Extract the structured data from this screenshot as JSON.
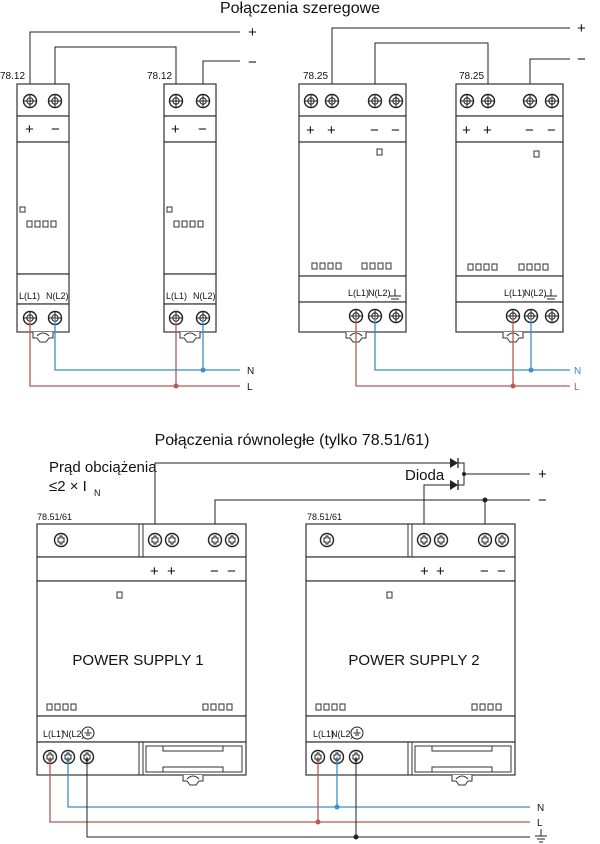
{
  "series_section": {
    "title": "Połączenia szeregowe",
    "modules": [
      {
        "model": "78.12",
        "top_terminals": [
          "+",
          "−"
        ],
        "bottom_terminals": [
          "L(L1)",
          "N(L2)"
        ]
      },
      {
        "model": "78.12",
        "top_terminals": [
          "+",
          "−"
        ],
        "bottom_terminals": [
          "L(L1)",
          "N(L2)"
        ]
      },
      {
        "model": "78.25",
        "top_terminals": [
          "+",
          "+",
          "−",
          "−"
        ],
        "bottom_terminals": [
          "L(L1)",
          "N(L2)",
          "earth"
        ]
      },
      {
        "model": "78.25",
        "top_terminals": [
          "+",
          "+",
          "−",
          "−"
        ],
        "bottom_terminals": [
          "L(L1)",
          "N(L2)",
          "earth"
        ]
      }
    ],
    "output_labels": {
      "plus": "+",
      "minus": "−"
    },
    "supply_labels": {
      "n": "N",
      "l": "L"
    },
    "terminal_labels": {
      "l": "L(L1)",
      "n": "N(L2)"
    }
  },
  "parallel_section": {
    "title": "Połączenia równoległe (tylko 78.51/61)",
    "load_note_line1": "Prąd obciążenia",
    "load_note_line2": "≤2 × I",
    "load_note_sub": "N",
    "diode_label": "Dioda",
    "output_labels": {
      "plus": "+",
      "minus": "−"
    },
    "supply_labels": {
      "n": "N",
      "l": "L",
      "pe": "⏚"
    },
    "modules": [
      {
        "model": "78.51/61",
        "name": "POWER SUPPLY 1",
        "top_signs": [
          "+",
          "+",
          "−",
          "−"
        ],
        "terminal_labels": [
          "L(L1)",
          "N(L2)"
        ]
      },
      {
        "model": "78.51/61",
        "name": "POWER SUPPLY 2",
        "top_signs": [
          "+",
          "+",
          "−",
          "−"
        ],
        "terminal_labels": [
          "L(L1)",
          "N(L2)"
        ]
      }
    ]
  },
  "colors": {
    "neutral_wire": "#3a8fc8",
    "line_wire": "#b55a55",
    "dc_wire": "#222222"
  }
}
